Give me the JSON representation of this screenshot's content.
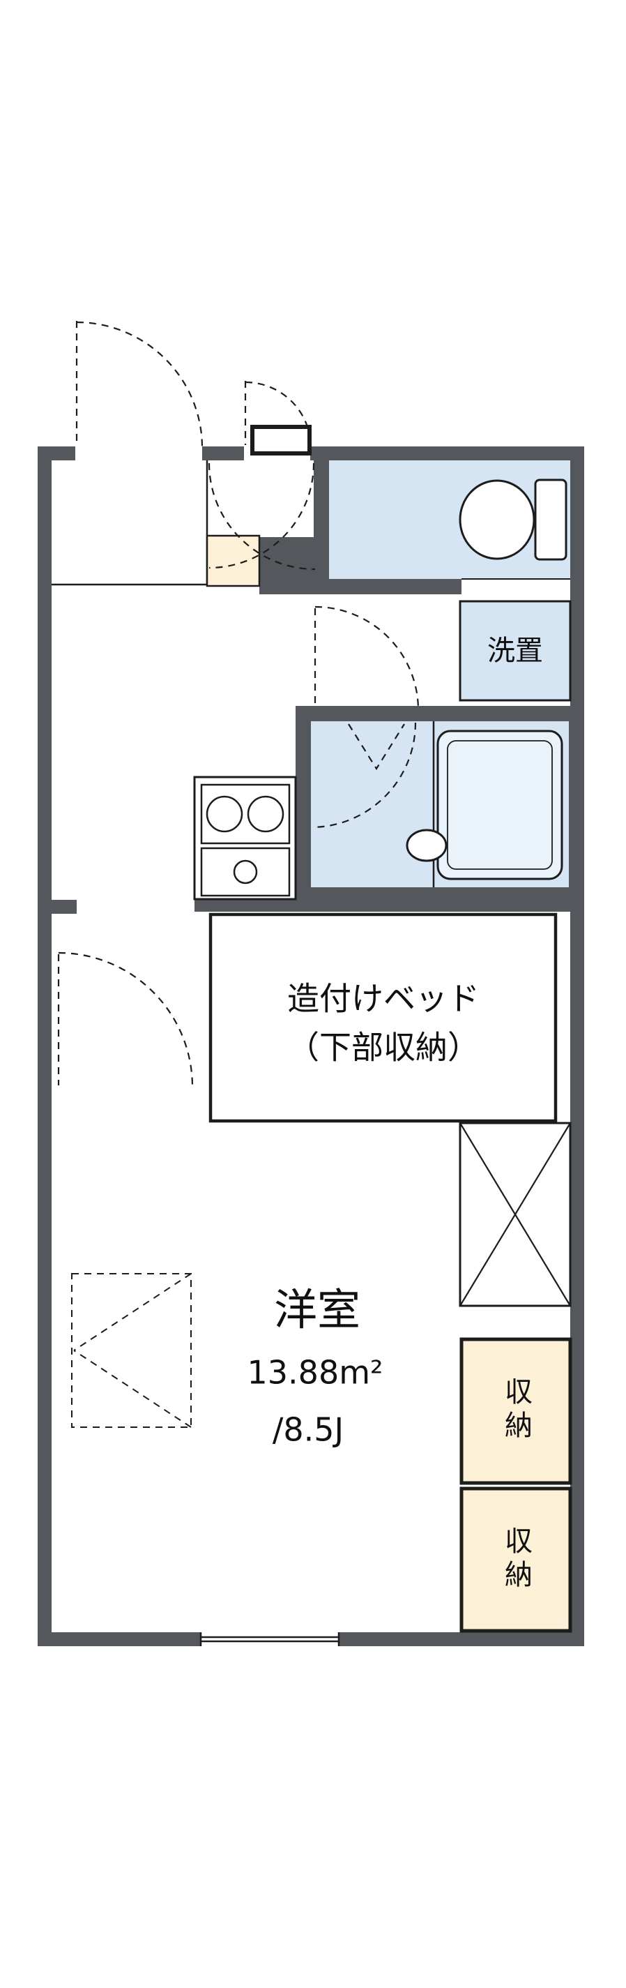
{
  "floorplan": {
    "rooms": {
      "main_room": {
        "name": "洋室",
        "area_m2": "13.88m²",
        "area_tatami": "/8.5J"
      },
      "bed": {
        "line1": "造付けベッド",
        "line2": "（下部収納）"
      },
      "washer": {
        "label": "洗置"
      },
      "storage_top": {
        "label": "収納"
      },
      "storage_bottom": {
        "label": "収納"
      }
    },
    "colors": {
      "wall": "#54575c",
      "wet_area": "#d6e5f4",
      "storage": "#fcf1d7",
      "outline": "#1c1c1c",
      "background": "#ffffff"
    }
  }
}
